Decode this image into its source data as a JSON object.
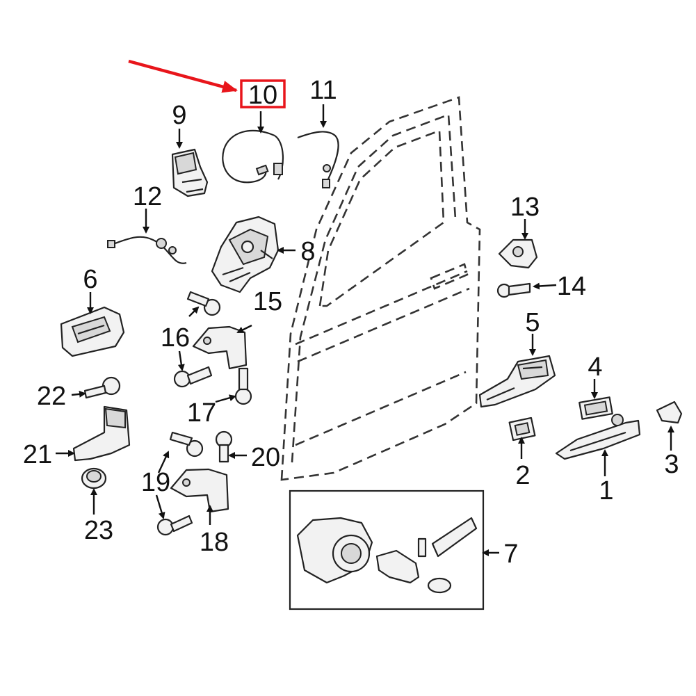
{
  "diagram": {
    "highlight_color": "#e8151b",
    "line_color": "#111111",
    "highlighted_label": "10",
    "callouts": [
      {
        "id": "1",
        "label": "1"
      },
      {
        "id": "2",
        "label": "2"
      },
      {
        "id": "3",
        "label": "3"
      },
      {
        "id": "4",
        "label": "4"
      },
      {
        "id": "5",
        "label": "5"
      },
      {
        "id": "6",
        "label": "6"
      },
      {
        "id": "7",
        "label": "7"
      },
      {
        "id": "8",
        "label": "8"
      },
      {
        "id": "9",
        "label": "9"
      },
      {
        "id": "10",
        "label": "10"
      },
      {
        "id": "11",
        "label": "11"
      },
      {
        "id": "12",
        "label": "12"
      },
      {
        "id": "13",
        "label": "13"
      },
      {
        "id": "14",
        "label": "14"
      },
      {
        "id": "15",
        "label": "15"
      },
      {
        "id": "16",
        "label": "16"
      },
      {
        "id": "17",
        "label": "17"
      },
      {
        "id": "18",
        "label": "18"
      },
      {
        "id": "19",
        "label": "19"
      },
      {
        "id": "20",
        "label": "20"
      },
      {
        "id": "21",
        "label": "21"
      },
      {
        "id": "22",
        "label": "22"
      },
      {
        "id": "23",
        "label": "23"
      }
    ]
  }
}
